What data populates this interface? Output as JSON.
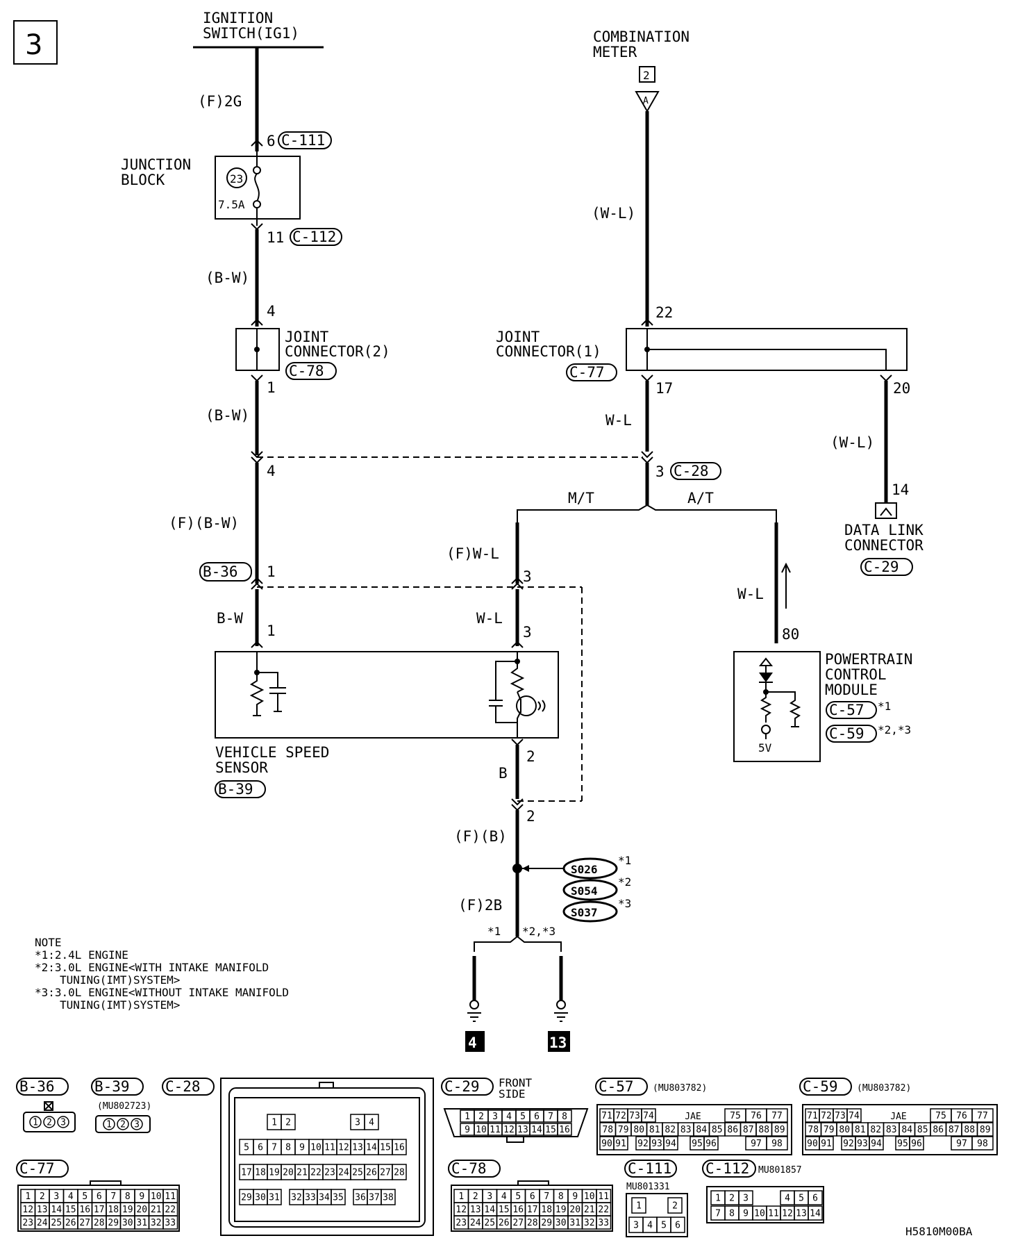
{
  "page": {
    "number": "3",
    "code": "H5810M00BA"
  },
  "ignition_switch": {
    "line1": "IGNITION",
    "line2": "SWITCH(IG1)",
    "wire": "(F)2G"
  },
  "junction_block": {
    "line1": "JUNCTION",
    "line2": "BLOCK",
    "fuse_number": "23",
    "fuse_rating": "7.5A",
    "pin_in": "6",
    "conn_in": "C-111",
    "pin_out": "11",
    "conn_out": "C-112",
    "wire_out": "(B-W)"
  },
  "joint_connector_2": {
    "line1": "JOINT",
    "line2": "CONNECTOR(2)",
    "conn": "C-78",
    "pin_in": "4",
    "pin_out": "1",
    "wire_out": "(B-W)"
  },
  "combination_meter": {
    "line1": "COMBINATION",
    "line2": "METER",
    "ref": "2",
    "pin": "A",
    "wire": "(W-L)"
  },
  "joint_connector_1": {
    "line1": "JOINT",
    "line2": "CONNECTOR(1)",
    "conn": "C-77",
    "pin_in": "22",
    "pin_out": "17",
    "pin_dlc": "20",
    "wire_out": "W-L",
    "wire_dlc": "(W-L)"
  },
  "data_link_connector": {
    "line1": "DATA LINK",
    "line2": "CONNECTOR",
    "pin": "14",
    "conn": "C-29"
  },
  "c28_junction": {
    "pin_left": "4",
    "pin_right": "3",
    "conn": "C-28",
    "mt": "M/T",
    "at": "A/T"
  },
  "vss_feed": {
    "wire1": "(F)(B-W)",
    "conn": "B-36",
    "pin1": "1",
    "wire2": "B-W",
    "pin2": "1",
    "wire_sig_f": "(F)W-L",
    "pin_sig1": "3",
    "wire_sig": "W-L",
    "pin_sig2": "3"
  },
  "vehicle_speed_sensor": {
    "line1": "VEHICLE SPEED",
    "line2": "SENSOR",
    "conn": "B-39",
    "pin_gnd1": "2",
    "wire_gnd": "B",
    "pin_gnd2": "2",
    "wire_gnd_f": "(F)(B)",
    "wire_gnd_2b": "(F)2B"
  },
  "pcm": {
    "line1": "POWERTRAIN",
    "line2": "CONTROL",
    "line3": "MODULE",
    "conn1": "C-57",
    "conn1_note": "*1",
    "conn2": "C-59",
    "conn2_note": "*2,*3",
    "pin": "80",
    "wire": "W-L",
    "volt": "5V"
  },
  "splices": [
    {
      "id": "S026",
      "note": "*1"
    },
    {
      "id": "S054",
      "note": "*2"
    },
    {
      "id": "S037",
      "note": "*3"
    }
  ],
  "grounds": {
    "left_note": "*1",
    "right_note": "*2,*3",
    "left_ref": "4",
    "right_ref": "13"
  },
  "notes": {
    "title": "NOTE",
    "n1": "*1:2.4L ENGINE",
    "n2": "*2:3.0L ENGINE<WITH INTAKE MANIFOLD",
    "n2b": "TUNING(IMT)SYSTEM>",
    "n3": "*3:3.0L ENGINE<WITHOUT INTAKE MANIFOLD",
    "n3b": "TUNING(IMT)SYSTEM>"
  },
  "connector_views": {
    "b36": {
      "label": "B-36",
      "pins": [
        "1",
        "2",
        "3"
      ]
    },
    "b39": {
      "label": "B-39",
      "part": "(MU802723)",
      "pins": [
        "1",
        "2",
        "3"
      ]
    },
    "c28": {
      "label": "C-28",
      "r1": [
        "1",
        "2",
        "3",
        "4"
      ],
      "r2": [
        "5",
        "6",
        "7",
        "8",
        "9",
        "10",
        "11",
        "12",
        "13",
        "14",
        "15",
        "16"
      ],
      "r3": [
        "17",
        "18",
        "19",
        "20",
        "21",
        "22",
        "23",
        "24",
        "25",
        "26",
        "27",
        "28"
      ],
      "r4": [
        "29",
        "30",
        "31",
        "32",
        "33",
        "34",
        "35",
        "36",
        "37",
        "38"
      ]
    },
    "c29": {
      "label": "C-29",
      "side1": "FRONT",
      "side2": "SIDE",
      "r1": [
        "1",
        "2",
        "3",
        "4",
        "5",
        "6",
        "7",
        "8"
      ],
      "r2": [
        "9",
        "10",
        "11",
        "12",
        "13",
        "14",
        "15",
        "16"
      ]
    },
    "c57": {
      "label": "C-57",
      "part": "(MU803782)",
      "jae": "JAE",
      "r1": [
        "71",
        "72",
        "73",
        "74",
        "75",
        "76",
        "77"
      ],
      "r2": [
        "78",
        "79",
        "80",
        "81",
        "82",
        "83",
        "84",
        "85",
        "86",
        "87",
        "88",
        "89"
      ],
      "r3": [
        "90",
        "91",
        "92",
        "93",
        "94",
        "95",
        "96",
        "97",
        "98"
      ]
    },
    "c59": {
      "label": "C-59",
      "part": "(MU803782)",
      "jae": "JAE",
      "r1": [
        "71",
        "72",
        "73",
        "74",
        "75",
        "76",
        "77"
      ],
      "r2": [
        "78",
        "79",
        "80",
        "81",
        "82",
        "83",
        "84",
        "85",
        "86",
        "87",
        "88",
        "89"
      ],
      "r3": [
        "90",
        "91",
        "92",
        "93",
        "94",
        "95",
        "96",
        "97",
        "98"
      ]
    },
    "c77": {
      "label": "C-77",
      "r1": [
        "1",
        "2",
        "3",
        "4",
        "5",
        "6",
        "7",
        "8",
        "9",
        "10",
        "11"
      ],
      "r2": [
        "12",
        "13",
        "14",
        "15",
        "16",
        "17",
        "18",
        "19",
        "20",
        "21",
        "22"
      ],
      "r3": [
        "23",
        "24",
        "25",
        "26",
        "27",
        "28",
        "29",
        "30",
        "31",
        "32",
        "33"
      ]
    },
    "c78": {
      "label": "C-78",
      "r1": [
        "1",
        "2",
        "3",
        "4",
        "5",
        "6",
        "7",
        "8",
        "9",
        "10",
        "11"
      ],
      "r2": [
        "12",
        "13",
        "14",
        "15",
        "16",
        "17",
        "18",
        "19",
        "20",
        "21",
        "22"
      ],
      "r3": [
        "23",
        "24",
        "25",
        "26",
        "27",
        "28",
        "29",
        "30",
        "31",
        "32",
        "33"
      ]
    },
    "c111": {
      "label": "C-111",
      "part": "MU801331",
      "r1": [
        "1",
        "2"
      ],
      "r2": [
        "3",
        "4",
        "5",
        "6"
      ]
    },
    "c112": {
      "label": "C-112",
      "part": "MU801857",
      "r1": [
        "1",
        "2",
        "3",
        "4",
        "5",
        "6"
      ],
      "r2": [
        "7",
        "8",
        "9",
        "10",
        "11",
        "12",
        "13",
        "14"
      ]
    }
  }
}
